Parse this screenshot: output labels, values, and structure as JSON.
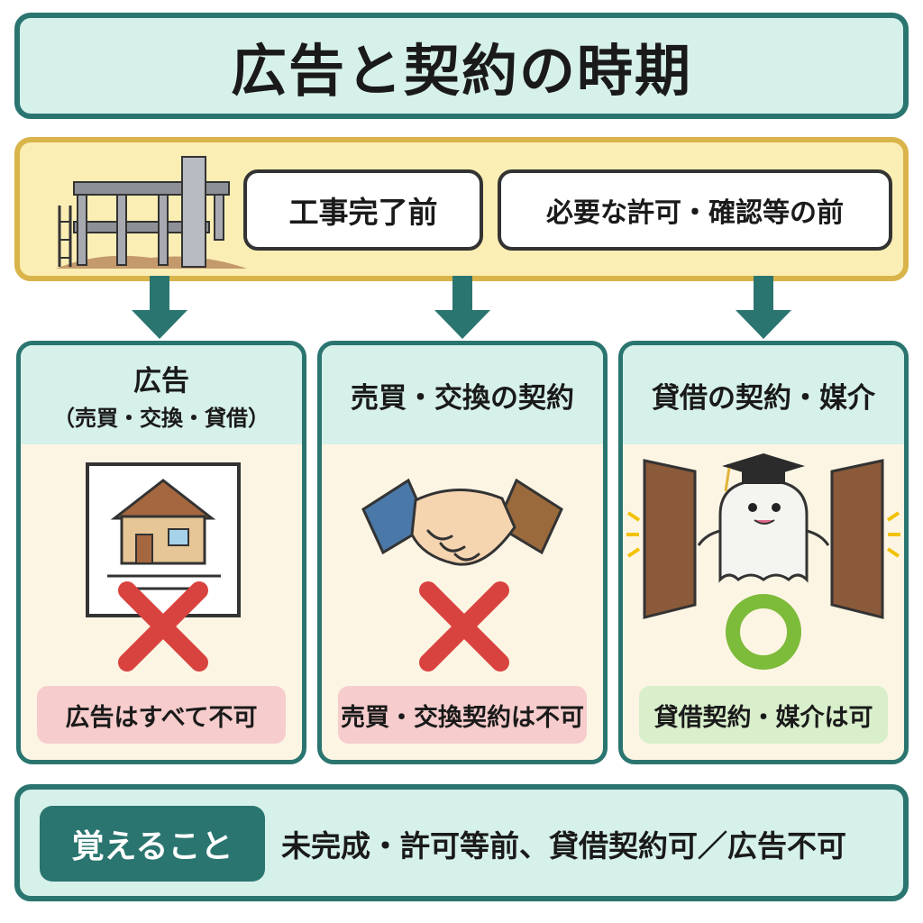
{
  "title": "広告と契約の時期",
  "conditions": {
    "before_completion": "工事完了前",
    "before_permit": "必要な許可・確認等の前"
  },
  "cards": [
    {
      "title": "広告",
      "subtitle": "（売買・交換・貸借）",
      "verdict": "広告はすべて不可",
      "mark": "cross-mark-icon"
    },
    {
      "title": "売買・交換の契約",
      "verdict": "売買・交換契約は不可",
      "mark": "cross-mark-icon"
    },
    {
      "title": "貸借の契約・媒介",
      "verdict": "貸借契約・媒介は可",
      "mark": "circle-mark-icon"
    }
  ],
  "memo": {
    "label": "覚えること",
    "text": "未完成・許可等前、貸借契約可／広告不可"
  },
  "colors": {
    "teal": "#2a756f",
    "mint": "#d6f0ea",
    "cream": "#fdf5e4",
    "yellow": "#fbeeb4",
    "ng_red": "#d9433f",
    "ok_green": "#7dbb3a"
  }
}
